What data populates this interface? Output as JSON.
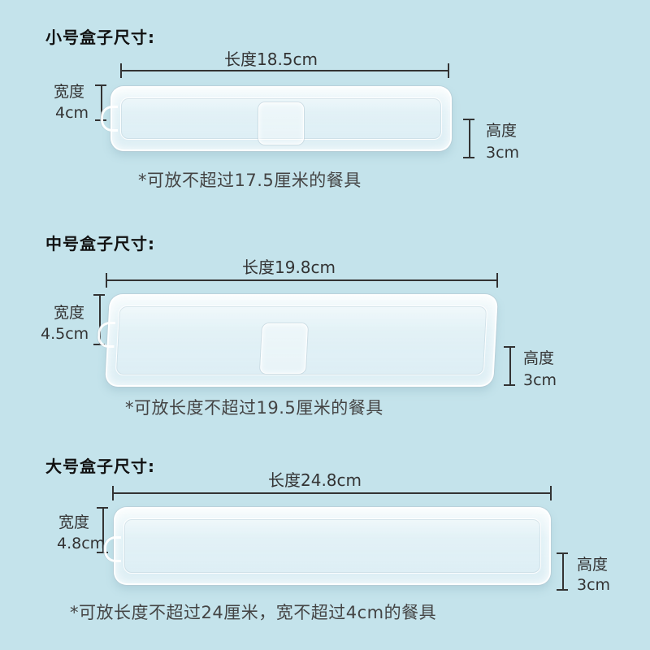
{
  "background": "#c4e3eb",
  "small": {
    "title": "小号盒子尺寸:",
    "length_label": "长度18.5cm",
    "width_label": "宽度",
    "width_value": "4cm",
    "height_label": "高度",
    "height_value": "3cm",
    "note": "*可放不超过17.5厘米的餐具"
  },
  "medium": {
    "title": "中号盒子尺寸:",
    "length_label": "长度19.8cm",
    "width_label": "宽度",
    "width_value": "4.5cm",
    "height_label": "高度",
    "height_value": "3cm",
    "note": "*可放长度不超过19.5厘米的餐具"
  },
  "large": {
    "title": "大号盒子尺寸:",
    "length_label": "长度24.8cm",
    "width_label": "宽度",
    "width_value": "4.8cm",
    "height_label": "高度",
    "height_value": "3cm",
    "note": "*可放长度不超过24厘米，宽不超过4cm的餐具"
  }
}
